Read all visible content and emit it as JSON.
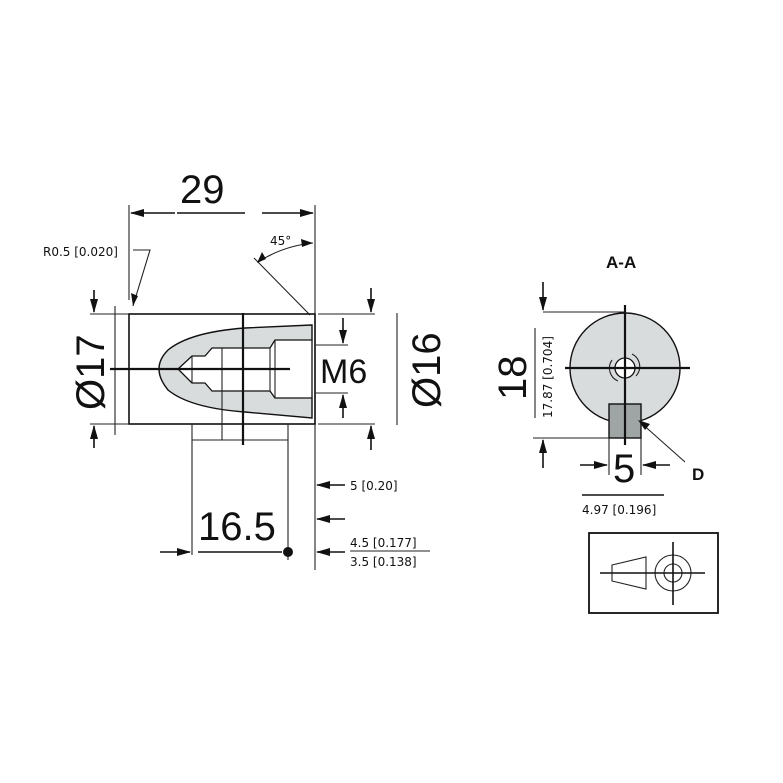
{
  "drawing": {
    "side_view": {
      "overall_length": "29",
      "radius_note": "R0.5 [0.020]",
      "chamfer_angle": "45°",
      "outer_diameter": "Ø17",
      "thread": "M6",
      "face_diameter": "Ø16",
      "offset_length": "16.5",
      "depth_note": "5 [0.20]",
      "tolerance_upper": "4.5 [0.177]",
      "tolerance_lower": "3.5 [0.138]"
    },
    "section_view": {
      "title": "A-A",
      "height": "18",
      "height_note": "17.87 [0.704]",
      "key_width": "5",
      "key_width_note": "4.97 [0.196]",
      "key_label": "D"
    },
    "projection_symbol": {
      "label": "first-angle-projection"
    }
  }
}
